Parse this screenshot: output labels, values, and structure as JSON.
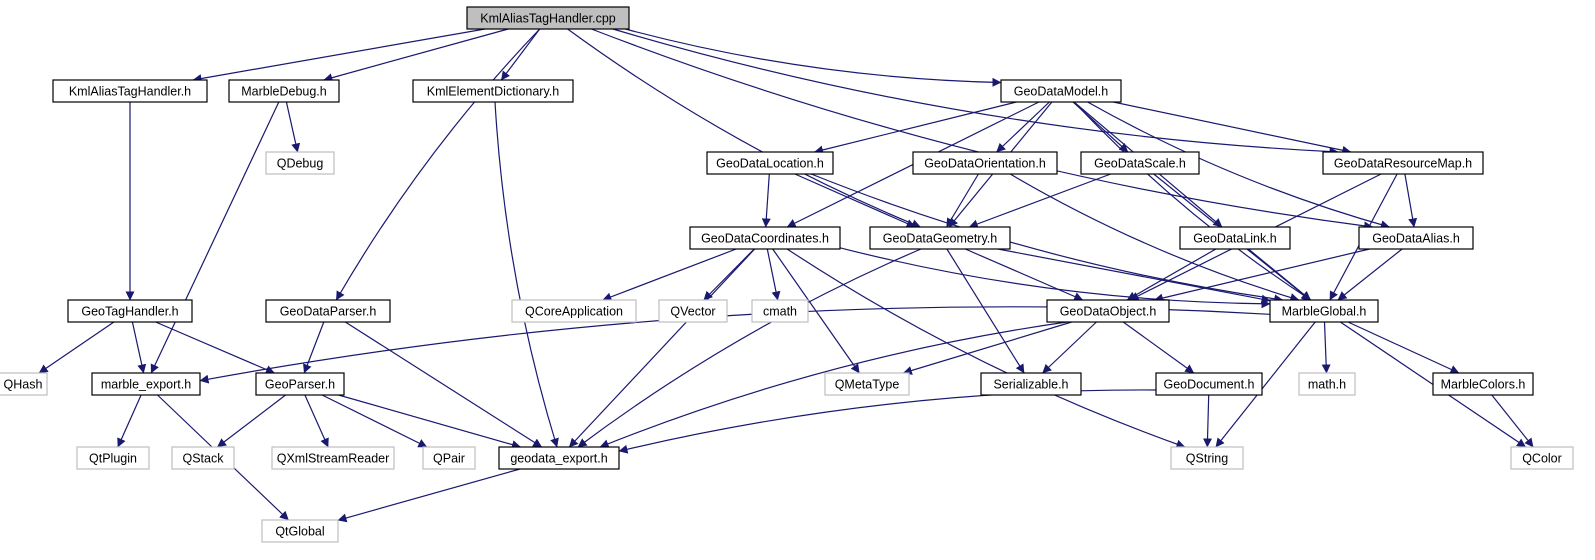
{
  "colors": {
    "edge": "#191970",
    "root_fill": "#bfbfbf",
    "node_border": "#000000",
    "external_border": "#bfbfbf",
    "node_text": "#000000"
  },
  "nodes": [
    {
      "id": "root",
      "label": "KmlAliasTagHandler.cpp",
      "kind": "root"
    },
    {
      "id": "kaht_h",
      "label": "KmlAliasTagHandler.h",
      "kind": "local"
    },
    {
      "id": "mdebug",
      "label": "MarbleDebug.h",
      "kind": "local"
    },
    {
      "id": "kedict",
      "label": "KmlElementDictionary.h",
      "kind": "local"
    },
    {
      "id": "gdmodel",
      "label": "GeoDataModel.h",
      "kind": "local"
    },
    {
      "id": "qdebug",
      "label": "QDebug",
      "kind": "external"
    },
    {
      "id": "gdloc",
      "label": "GeoDataLocation.h",
      "kind": "local"
    },
    {
      "id": "gdorient",
      "label": "GeoDataOrientation.h",
      "kind": "local"
    },
    {
      "id": "gdscale",
      "label": "GeoDataScale.h",
      "kind": "local"
    },
    {
      "id": "gdresmap",
      "label": "GeoDataResourceMap.h",
      "kind": "local"
    },
    {
      "id": "gdcoord",
      "label": "GeoDataCoordinates.h",
      "kind": "local"
    },
    {
      "id": "gdgeom",
      "label": "GeoDataGeometry.h",
      "kind": "local"
    },
    {
      "id": "gdlink",
      "label": "GeoDataLink.h",
      "kind": "local"
    },
    {
      "id": "gdalias",
      "label": "GeoDataAlias.h",
      "kind": "local"
    },
    {
      "id": "geotag",
      "label": "GeoTagHandler.h",
      "kind": "local"
    },
    {
      "id": "gdparser",
      "label": "GeoDataParser.h",
      "kind": "local"
    },
    {
      "id": "qcoreapp",
      "label": "QCoreApplication",
      "kind": "external"
    },
    {
      "id": "qvector",
      "label": "QVector",
      "kind": "external"
    },
    {
      "id": "cmath",
      "label": "cmath",
      "kind": "external"
    },
    {
      "id": "gdobject",
      "label": "GeoDataObject.h",
      "kind": "local"
    },
    {
      "id": "mglobal",
      "label": "MarbleGlobal.h",
      "kind": "local"
    },
    {
      "id": "qhash",
      "label": "QHash",
      "kind": "external"
    },
    {
      "id": "mexport",
      "label": "marble_export.h",
      "kind": "local"
    },
    {
      "id": "geoparser",
      "label": "GeoParser.h",
      "kind": "local"
    },
    {
      "id": "qmetatype",
      "label": "QMetaType",
      "kind": "external"
    },
    {
      "id": "serial",
      "label": "Serializable.h",
      "kind": "local"
    },
    {
      "id": "geodoc",
      "label": "GeoDocument.h",
      "kind": "local"
    },
    {
      "id": "mathh",
      "label": "math.h",
      "kind": "external"
    },
    {
      "id": "mcolors",
      "label": "MarbleColors.h",
      "kind": "local"
    },
    {
      "id": "qtplugin",
      "label": "QtPlugin",
      "kind": "external"
    },
    {
      "id": "qstack",
      "label": "QStack",
      "kind": "external"
    },
    {
      "id": "qxml",
      "label": "QXmlStreamReader",
      "kind": "external"
    },
    {
      "id": "qpair",
      "label": "QPair",
      "kind": "external"
    },
    {
      "id": "gdexport",
      "label": "geodata_export.h",
      "kind": "local"
    },
    {
      "id": "qstring",
      "label": "QString",
      "kind": "external"
    },
    {
      "id": "qcolor",
      "label": "QColor",
      "kind": "external"
    },
    {
      "id": "qtglobal",
      "label": "QtGlobal",
      "kind": "external"
    }
  ],
  "edges": [
    [
      "root",
      "kaht_h"
    ],
    [
      "root",
      "mdebug"
    ],
    [
      "root",
      "kedict"
    ],
    [
      "root",
      "gdparser"
    ],
    [
      "root",
      "gdgeom"
    ],
    [
      "root",
      "gdmodel"
    ],
    [
      "root",
      "gdresmap"
    ],
    [
      "root",
      "gdalias"
    ],
    [
      "kaht_h",
      "geotag"
    ],
    [
      "mdebug",
      "qdebug"
    ],
    [
      "mdebug",
      "mexport"
    ],
    [
      "kedict",
      "gdexport"
    ],
    [
      "gdmodel",
      "gdloc"
    ],
    [
      "gdmodel",
      "gdorient"
    ],
    [
      "gdmodel",
      "gdscale"
    ],
    [
      "gdmodel",
      "gdresmap"
    ],
    [
      "gdmodel",
      "gdcoord"
    ],
    [
      "gdmodel",
      "gdgeom"
    ],
    [
      "gdmodel",
      "gdlink"
    ],
    [
      "gdmodel",
      "gdalias"
    ],
    [
      "gdmodel",
      "mglobal"
    ],
    [
      "gdloc",
      "gdcoord"
    ],
    [
      "gdloc",
      "gdgeom"
    ],
    [
      "gdloc",
      "mglobal"
    ],
    [
      "gdorient",
      "gdgeom"
    ],
    [
      "gdorient",
      "mglobal"
    ],
    [
      "gdscale",
      "gdgeom"
    ],
    [
      "gdscale",
      "mglobal"
    ],
    [
      "gdresmap",
      "gdalias"
    ],
    [
      "gdresmap",
      "gdobject"
    ],
    [
      "gdresmap",
      "mglobal"
    ],
    [
      "gdcoord",
      "qcoreapp"
    ],
    [
      "gdcoord",
      "qvector"
    ],
    [
      "gdcoord",
      "cmath"
    ],
    [
      "gdcoord",
      "qmetatype"
    ],
    [
      "gdcoord",
      "gdexport"
    ],
    [
      "gdcoord",
      "mglobal"
    ],
    [
      "gdcoord",
      "qstring"
    ],
    [
      "gdgeom",
      "gdobject"
    ],
    [
      "gdgeom",
      "mglobal"
    ],
    [
      "gdgeom",
      "serial"
    ],
    [
      "gdgeom",
      "gdexport"
    ],
    [
      "gdlink",
      "gdobject"
    ],
    [
      "gdlink",
      "mglobal"
    ],
    [
      "gdalias",
      "gdobject"
    ],
    [
      "gdalias",
      "mglobal"
    ],
    [
      "geotag",
      "qhash"
    ],
    [
      "geotag",
      "mexport"
    ],
    [
      "geotag",
      "geoparser"
    ],
    [
      "gdparser",
      "geoparser"
    ],
    [
      "gdparser",
      "gdexport"
    ],
    [
      "gdobject",
      "qmetatype"
    ],
    [
      "gdobject",
      "serial"
    ],
    [
      "gdobject",
      "geodoc"
    ],
    [
      "gdobject",
      "gdexport"
    ],
    [
      "mglobal",
      "mexport"
    ],
    [
      "mglobal",
      "mathh"
    ],
    [
      "mglobal",
      "mcolors"
    ],
    [
      "mglobal",
      "qcolor"
    ],
    [
      "mglobal",
      "qstring"
    ],
    [
      "mexport",
      "qtplugin"
    ],
    [
      "mexport",
      "qtglobal"
    ],
    [
      "geoparser",
      "qstack"
    ],
    [
      "geoparser",
      "qxml"
    ],
    [
      "geoparser",
      "qpair"
    ],
    [
      "geoparser",
      "gdexport"
    ],
    [
      "geodoc",
      "qstring"
    ],
    [
      "geodoc",
      "gdexport"
    ],
    [
      "mcolors",
      "qcolor"
    ],
    [
      "gdexport",
      "qtglobal"
    ]
  ]
}
